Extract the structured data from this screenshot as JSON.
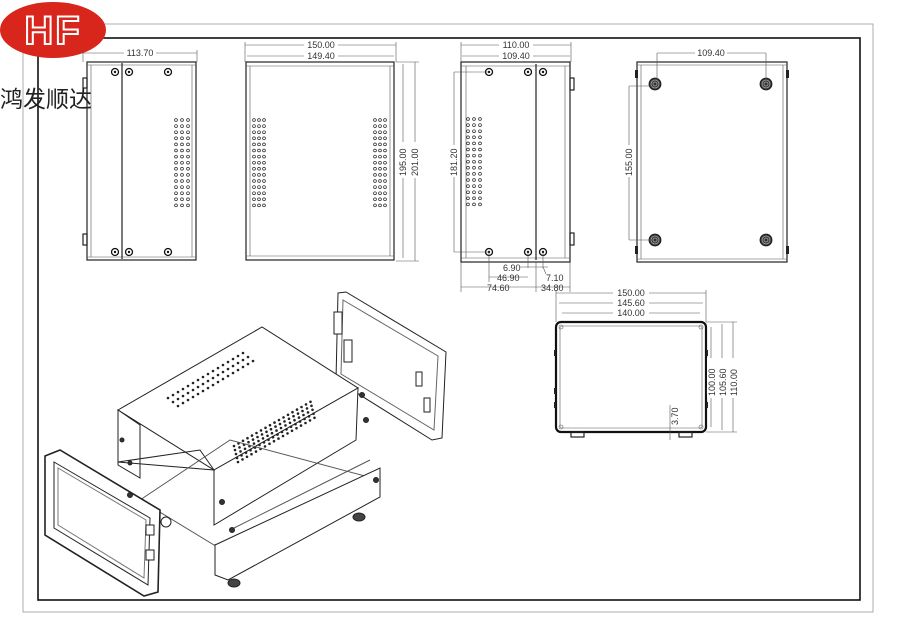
{
  "logo": {
    "text": "HF",
    "color": "#d9261c"
  },
  "brand_name": "鸿发顺达",
  "views": {
    "side": {
      "width": "113.70"
    },
    "top": {
      "width_outer": "150.00",
      "width_inner": "149.40",
      "height_inner": "195.00",
      "height_outer": "201.00"
    },
    "rear": {
      "width_outer": "110.00",
      "width_inner": "109.40",
      "hole_span": "181.20",
      "bottom_dims": {
        "a": "6.90",
        "b": "46.90",
        "c": "7.10",
        "d": "74.60",
        "e": "34.80"
      }
    },
    "bottom": {
      "foot_span_x": "109.40",
      "foot_span_y": "155.00"
    },
    "front": {
      "w1": "150.00",
      "w2": "145.60",
      "w3": "140.00",
      "h1": "100.00",
      "h2": "105.60",
      "h3": "110.00",
      "bezel": "3.70"
    }
  }
}
